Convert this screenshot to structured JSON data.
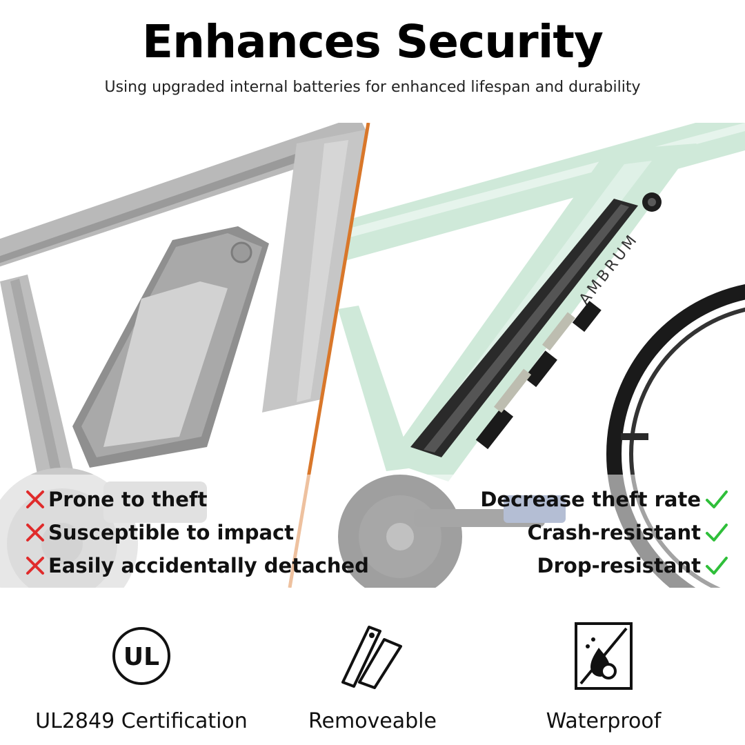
{
  "header": {
    "title": "Enhances Security",
    "subtitle": "Using upgraded internal batteries for enhanced lifespan and durability"
  },
  "bike": {
    "brand_text": "AMBRUM",
    "frame_color": "#cfe9d9",
    "divider_color": "#d9772a"
  },
  "cons": {
    "mark_color": "#e02b2b",
    "items": [
      {
        "label": "Prone to theft"
      },
      {
        "label": "Susceptible to impact"
      },
      {
        "label": "Easily accidentally detached"
      }
    ]
  },
  "pros": {
    "mark_color": "#2fbf3a",
    "items": [
      {
        "label": "Decrease theft rate"
      },
      {
        "label": "Crash-resistant"
      },
      {
        "label": "Drop-resistant"
      }
    ]
  },
  "features": [
    {
      "icon": "ul-certification-icon",
      "logo_text": "UL",
      "label": "UL2849 Certification"
    },
    {
      "icon": "removable-battery-icon",
      "label": "Removeable"
    },
    {
      "icon": "waterproof-icon",
      "label": "Waterproof"
    }
  ]
}
